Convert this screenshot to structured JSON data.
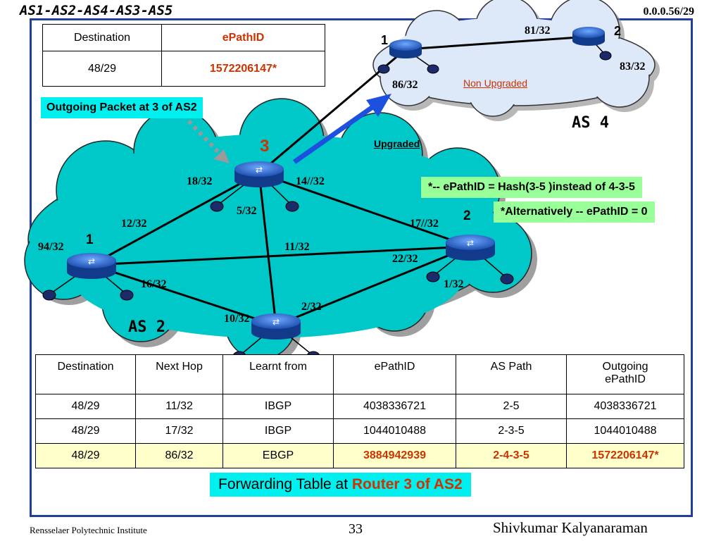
{
  "header": {
    "title": "AS1-AS2-AS4-AS3-AS5",
    "slide_id": "0.0.0.56/29"
  },
  "top_table": {
    "headers": [
      "Destination",
      "ePathID"
    ],
    "row": [
      "48/29",
      "1572206147*"
    ]
  },
  "callouts": {
    "outgoing": "Outgoing Packet at 3 of AS2",
    "hash_note": "*-- ePathID = Hash(3-5 )instead of 4-3-5",
    "alt_note": "*Alternatively -- ePathID = 0",
    "forwarding_prefix": "Forwarding Table at ",
    "forwarding_emph": "Router 3 of AS2"
  },
  "as2": {
    "name": "AS 2",
    "status": "Upgraded",
    "routers": {
      "r1": "1",
      "r2": "2",
      "r3": "3"
    },
    "links": {
      "l94": "94/32",
      "l12": "12/32",
      "l18": "18/32",
      "l14": "14//32",
      "l5": "5/32",
      "l17": "17//32",
      "l11": "11/32",
      "l22": "22/32",
      "l16": "16/32",
      "l1": "1/32",
      "l2": "2/32",
      "l10": "10/32"
    }
  },
  "as4": {
    "name": "AS 4",
    "status": "Non Upgraded",
    "routers": {
      "r1": "1",
      "r2": "2"
    },
    "links": {
      "l81": "81/32",
      "l83": "83/32",
      "l86": "86/32"
    }
  },
  "forwarding_table": {
    "headers": [
      "Destination",
      "Next Hop",
      "Learnt from",
      "ePathID",
      "AS Path",
      "Outgoing ePathID"
    ],
    "rows": [
      [
        "48/29",
        "11/32",
        "IBGP",
        "4038336721",
        "2-5",
        "4038336721"
      ],
      [
        "48/29",
        "17/32",
        "IBGP",
        "1044010488",
        "2-3-5",
        "1044010488"
      ],
      [
        "48/29",
        "86/32",
        "EBGP",
        "3884942939",
        "2-4-3-5",
        "1572206147*"
      ]
    ]
  },
  "footer": {
    "institute": "Rensselaer Polytechnic Institute",
    "page": "33",
    "author": "Shivkumar Kalyanaraman"
  },
  "colors": {
    "cloud_as2": "#00c8c8",
    "cloud_as4": "#dde8f8",
    "frame": "#1f3f9a",
    "router": "#2f6fd0",
    "arrow": "#1e50e0",
    "emph_red": "#cc3300"
  }
}
